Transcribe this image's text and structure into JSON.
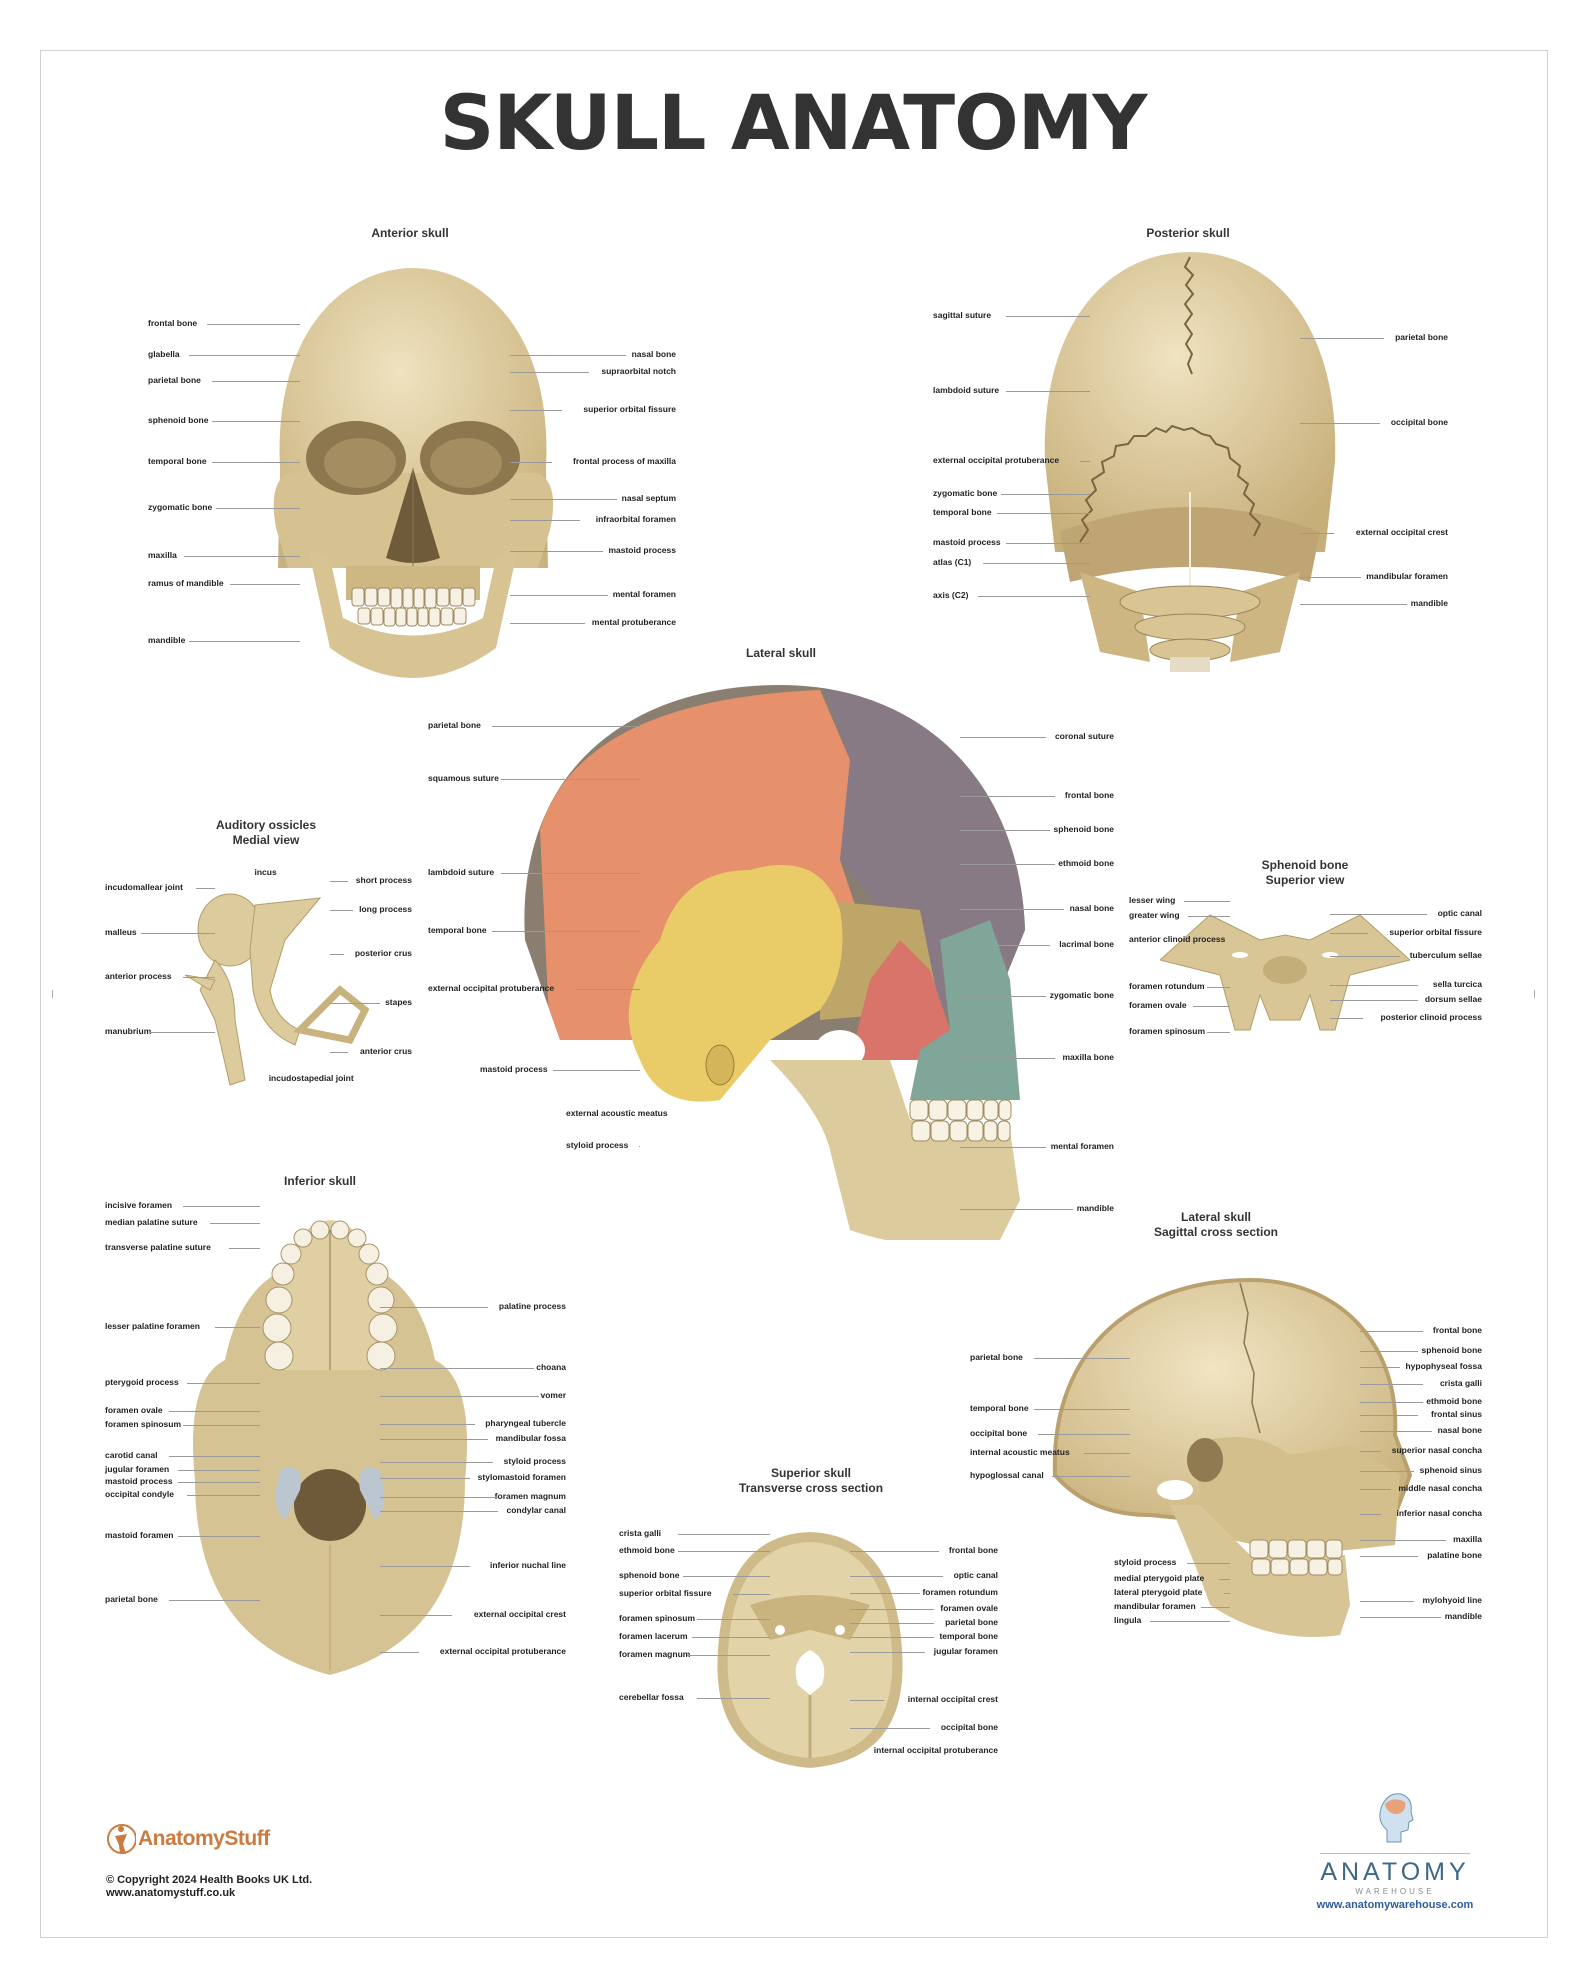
{
  "title": "SKULL ANATOMY",
  "colors": {
    "bone": "#dccb9c",
    "parietal": "#e7916c",
    "frontal": "#877a84",
    "temporal": "#e9cc67",
    "sphenoid": "#bda667",
    "zygomatic": "#d8746a",
    "maxilla": "#7fa698",
    "occipital": "#8a7e70",
    "brand_orange": "#c97b40",
    "brand_blue": "#3d6888"
  },
  "panels": [
    {
      "id": "anterior",
      "title": [
        "Anterior skull"
      ],
      "left": [
        "frontal bone",
        "glabella",
        "parietal bone",
        "sphenoid bone",
        "temporal bone",
        "zygomatic bone",
        "maxilla",
        "ramus of mandible",
        "mandible"
      ],
      "right": [
        "nasal bone",
        "supraorbital notch",
        "superior orbital fissure",
        "frontal process of maxilla",
        "nasal septum",
        "infraorbital foramen",
        "mastoid process",
        "mental foramen",
        "mental protuberance"
      ]
    },
    {
      "id": "posterior",
      "title": [
        "Posterior skull"
      ],
      "left": [
        "sagittal suture",
        "lambdoid suture",
        "external occipital protuberance",
        "zygomatic bone",
        "temporal bone",
        "mastoid process",
        "atlas (C1)",
        "axis (C2)"
      ],
      "right": [
        "parietal bone",
        "occipital bone",
        "external occipital crest",
        "mandibular foramen",
        "mandible"
      ]
    },
    {
      "id": "lateral",
      "title": [
        "Lateral skull"
      ],
      "left": [
        "parietal bone",
        "squamous suture",
        "lambdoid suture",
        "temporal bone",
        "external occipital protuberance",
        "mastoid process",
        "external acoustic meatus",
        "styloid process"
      ],
      "right": [
        "coronal suture",
        "frontal bone",
        "sphenoid bone",
        "ethmoid bone",
        "nasal bone",
        "lacrimal bone",
        "zygomatic bone",
        "maxilla bone",
        "mental foramen",
        "mandible"
      ]
    },
    {
      "id": "ossicles",
      "title": [
        "Auditory ossicles",
        "Medial view"
      ],
      "left": [
        "incudomallear joint",
        "malleus",
        "anterior process",
        "manubrium"
      ],
      "right": [
        "short process",
        "long process",
        "posterior crus",
        "stapes",
        "anterior crus"
      ],
      "extra": [
        "incus",
        "incudostapedial joint"
      ]
    },
    {
      "id": "sphenoid",
      "title": [
        "Sphenoid bone",
        "Superior view"
      ],
      "left": [
        "lesser wing",
        "greater wing",
        "anterior clinoid process",
        "foramen rotundum",
        "foramen ovale",
        "foramen spinosum"
      ],
      "right": [
        "optic canal",
        "superior orbital fissure",
        "tuberculum sellae",
        "sella turcica",
        "dorsum sellae",
        "posterior clinoid process"
      ]
    },
    {
      "id": "inferior",
      "title": [
        "Inferior skull"
      ],
      "left": [
        "incisive foramen",
        "median palatine suture",
        "transverse palatine suture",
        "lesser palatine foramen",
        "pterygoid process",
        "foramen ovale",
        "foramen spinosum",
        "carotid canal",
        "jugular foramen",
        "mastoid process",
        "occipital condyle",
        "mastoid foramen",
        "parietal bone"
      ],
      "right": [
        "palatine process",
        "choana",
        "vomer",
        "pharyngeal tubercle",
        "mandibular fossa",
        "styloid process",
        "stylomastoid foramen",
        "foramen magnum",
        "condylar canal",
        "inferior nuchal line",
        "external occipital crest",
        "external occipital protuberance"
      ]
    },
    {
      "id": "superior",
      "title": [
        "Superior skull",
        "Transverse cross section"
      ],
      "left": [
        "crista galli",
        "ethmoid bone",
        "sphenoid bone",
        "superior orbital fissure",
        "foramen spinosum",
        "foramen lacerum",
        "foramen magnum",
        "cerebellar fossa"
      ],
      "right": [
        "frontal bone",
        "optic canal",
        "foramen rotundum",
        "foramen ovale",
        "parietal bone",
        "temporal bone",
        "jugular foramen",
        "internal occipital crest",
        "occipital bone",
        "internal occipital protuberance"
      ]
    },
    {
      "id": "sagittal",
      "title": [
        "Lateral skull",
        "Sagittal cross section"
      ],
      "left": [
        "parietal bone",
        "temporal bone",
        "occipital bone",
        "internal acoustic meatus",
        "hypoglossal canal"
      ],
      "bottom": [
        "styloid process",
        "medial pterygoid plate",
        "lateral pterygoid plate",
        "mandibular foramen",
        "lingula"
      ],
      "right": [
        "frontal bone",
        "sphenoid bone",
        "hypophyseal fossa",
        "crista galli",
        "ethmoid bone",
        "frontal sinus",
        "nasal bone",
        "superior nasal concha",
        "sphenoid sinus",
        "middle nasal concha",
        "inferior nasal concha",
        "maxilla",
        "palatine bone",
        "mylohyoid line",
        "mandible"
      ]
    }
  ],
  "footer": {
    "left_logo": "AnatomyStuff",
    "copyright": "© Copyright 2024 Health Books UK Ltd.",
    "left_url": "www.anatomystuff.co.uk",
    "right_logo": "ANATOMY",
    "right_logo_sub": "WAREHOUSE",
    "right_url": "www.anatomywarehouse.com"
  }
}
